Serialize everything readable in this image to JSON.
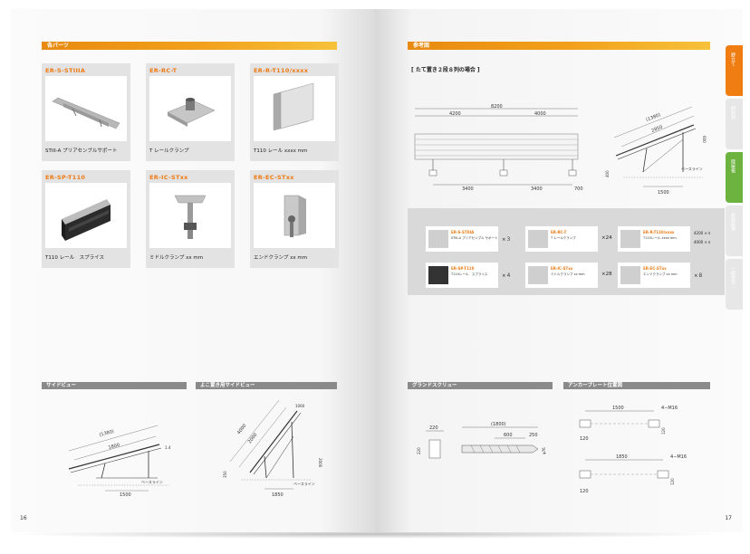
{
  "left_page": {
    "section_title": "各パーツ",
    "parts": [
      {
        "code": "ER-S-STIIIA",
        "name": "STIII-A プリアセンブルサポート"
      },
      {
        "code": "ER-RC-T",
        "name": "T レールクランプ"
      },
      {
        "code": "ER-R-T110/xxxx",
        "name": "T110 レール xxxx mm"
      },
      {
        "code": "ER-SP-T110",
        "name": "T110 レール　スプライス"
      },
      {
        "code": "ER-IC-STxx",
        "name": "ミドルクランプ xx mm"
      },
      {
        "code": "ER-EC-STxx",
        "name": "エンドクランプ xx mm"
      }
    ],
    "side_view_title": "サイドビュー",
    "side_view_labels": {
      "slant": "(1380)",
      "mid": "1800",
      "base": "1500",
      "tick_right": "1.4",
      "side": "ベースライン"
    },
    "landscape_side_view_title": "よこ置き用サイドビュー",
    "landscape_labels": {
      "slant": "4000",
      "mid": "2000",
      "top": "1060",
      "height": "2000",
      "base": "1850",
      "left": "350",
      "side": "ベースライン"
    },
    "page_number": "16"
  },
  "right_page": {
    "section_title": "参考図",
    "layout_caption": "[ たて置き２段８列の場合 ]",
    "plan_dims": {
      "total": "8200",
      "left": "4200",
      "right": "4000",
      "seg1": "3400",
      "seg2": "3400",
      "end": "700"
    },
    "elev_dims": {
      "slant": "(1380)",
      "mid": "2850",
      "base": "1500",
      "height": "400",
      "right": "600",
      "baseline": "ベースライン"
    },
    "parts_summary": [
      {
        "code": "ER-S-STIIIA",
        "name": "STIII-A プリアセンブル サポート",
        "qty": "×３"
      },
      {
        "code": "ER-RC-T",
        "name": "T レールクランプ",
        "qty": "×24"
      },
      {
        "code": "ER-R-T110/xxxx",
        "name": "T110レール xxxx mm",
        "qty": "4200 ×４",
        "qty2": "4000 ×４"
      },
      {
        "code": "ER-SP-T110",
        "name": "T110レール　スプライス",
        "qty": "×４"
      },
      {
        "code": "ER-IC-STxx",
        "name": "ミドルクランプ xx mm",
        "qty": "×28"
      },
      {
        "code": "ER-EC-STxx",
        "name": "エンドクランプ xx mm",
        "qty": "×８"
      }
    ],
    "ground_screw_title": "グランドスクリュー",
    "ground_screw_labels": {
      "top": "220",
      "len": "(1800)",
      "mid": "600",
      "end": "250",
      "side": "220",
      "dia": "φ76"
    },
    "anchor_plate_title": "アンカープレート位置図",
    "anchor_labels": {
      "dim1": "1500",
      "bolt1": "4−M16",
      "h1": "120",
      "w1": "120",
      "dim2": "1850",
      "bolt2": "4−M16",
      "h2": "120",
      "w2": "120"
    },
    "page_number": "17",
    "tabs": [
      "野立て",
      "傾斜地",
      "陸屋根",
      "折板屋根",
      "一般住宅"
    ]
  },
  "colors": {
    "accent": "#ef7d12",
    "green_tab": "#6db33f",
    "gray_bar": "#8a8a8a"
  }
}
